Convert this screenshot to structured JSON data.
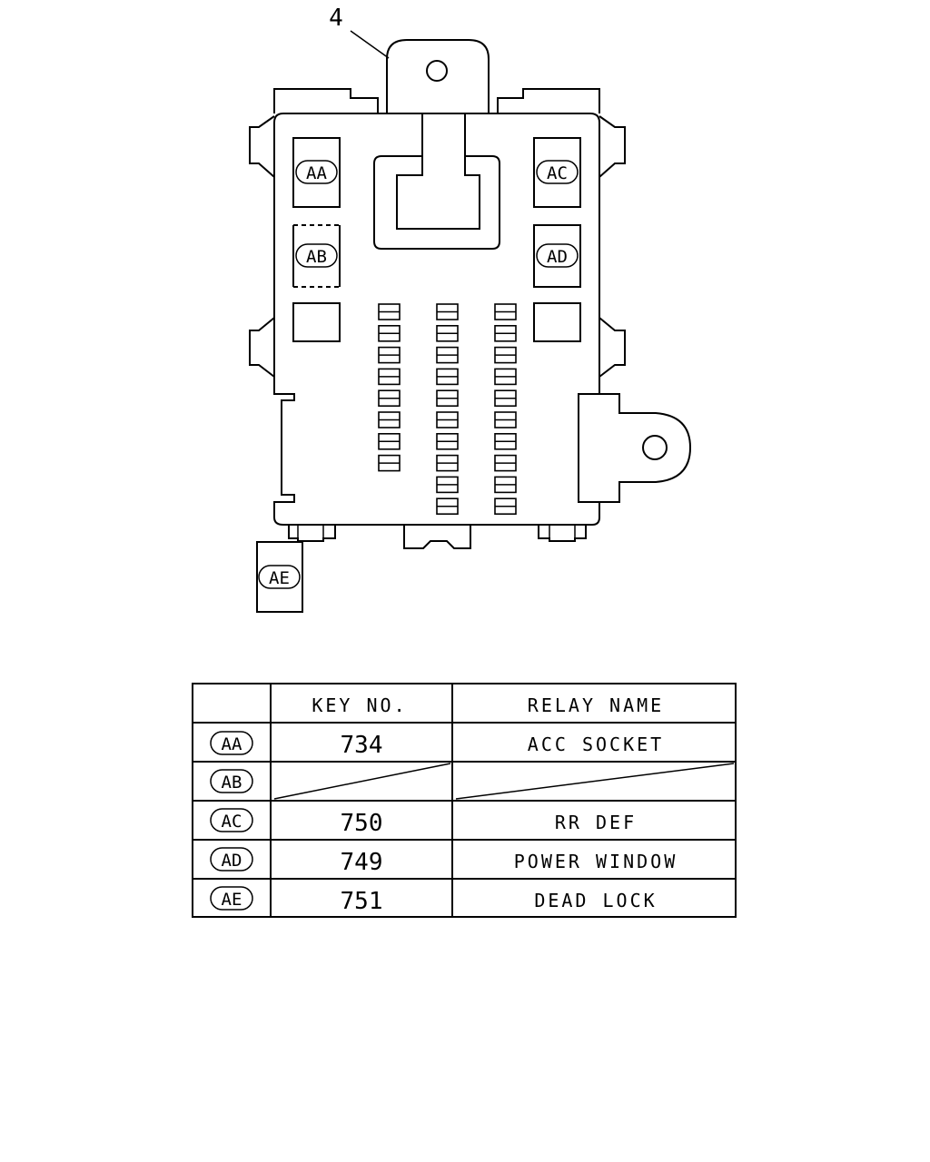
{
  "callout": {
    "number": "4"
  },
  "relay_positions": [
    {
      "code": "AA"
    },
    {
      "code": "AB"
    },
    {
      "code": "AC"
    },
    {
      "code": "AD"
    },
    {
      "code": "AE"
    }
  ],
  "table": {
    "headers": [
      "",
      "KEY NO.",
      "RELAY NAME"
    ],
    "rows": [
      {
        "code": "AA",
        "key_no": "734",
        "relay_name": "ACC SOCKET",
        "empty": false
      },
      {
        "code": "AB",
        "key_no": "",
        "relay_name": "",
        "empty": true
      },
      {
        "code": "AC",
        "key_no": "750",
        "relay_name": "RR DEF",
        "empty": false
      },
      {
        "code": "AD",
        "key_no": "749",
        "relay_name": "POWER WINDOW",
        "empty": false
      },
      {
        "code": "AE",
        "key_no": "751",
        "relay_name": "DEAD LOCK",
        "empty": false
      }
    ]
  },
  "colors": {
    "line": "#000000",
    "background": "#ffffff"
  }
}
